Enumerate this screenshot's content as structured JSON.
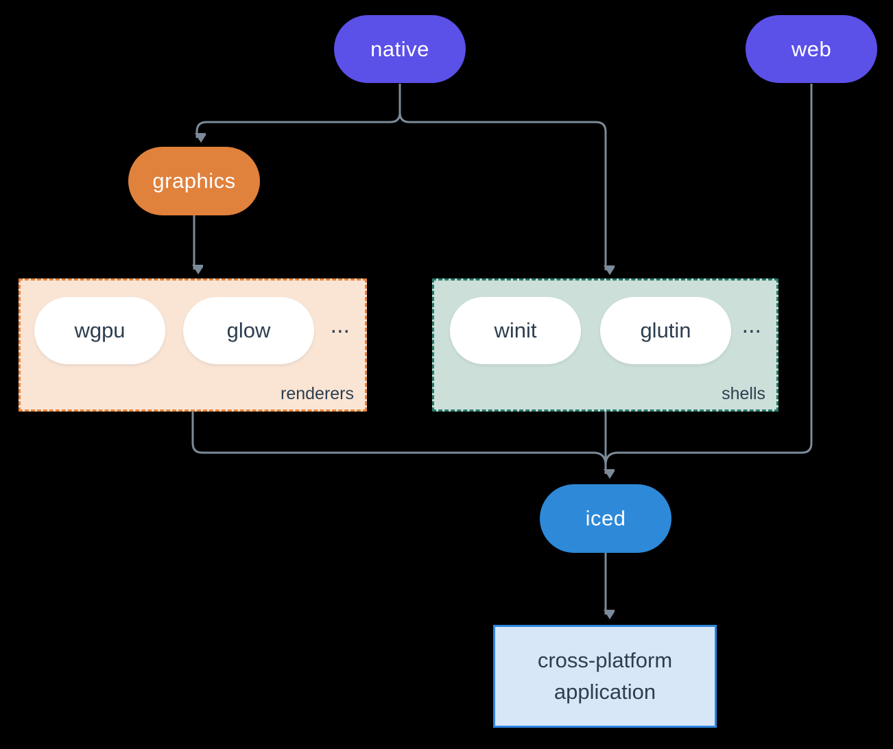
{
  "colors": {
    "background": "#000000",
    "node-purple": "#5B50E8",
    "node-orange": "#E0813C",
    "node-blue": "#2E89D8",
    "pill-white": "#FFFFFF",
    "dark-text": "#2D3E50",
    "connector-gray": "#7C8B99",
    "renderers-bg": "#FAE5D4",
    "renderers-border": "#E8823A",
    "shells-bg": "#CCE0D9",
    "shells-border": "#26796A",
    "app-bg": "#D8E7F8",
    "app-border": "#2E86DE"
  },
  "nodes": {
    "native": "native",
    "web": "web",
    "graphics": "graphics",
    "iced": "iced",
    "application": "cross-platform application"
  },
  "groups": {
    "renderers": {
      "label": "renderers",
      "items": [
        "wgpu",
        "glow"
      ],
      "more": "..."
    },
    "shells": {
      "label": "shells",
      "items": [
        "winit",
        "glutin"
      ],
      "more": "..."
    }
  }
}
